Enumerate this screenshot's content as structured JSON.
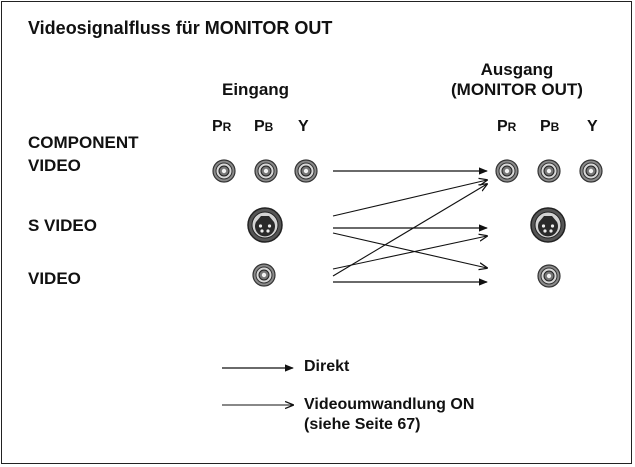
{
  "title": "Videosignalfluss für MONITOR OUT",
  "input_header": "Eingang",
  "output_header": [
    "Ausgang",
    "(MONITOR OUT)"
  ],
  "rows": {
    "component": [
      "COMPONENT",
      "VIDEO"
    ],
    "svideo": "S VIDEO",
    "video": "VIDEO"
  },
  "component_columns": {
    "pr": {
      "main": "P",
      "sub": "R"
    },
    "pb": {
      "main": "P",
      "sub": "B"
    },
    "y": "Y"
  },
  "legend": {
    "direct": "Direkt",
    "conversion": [
      "Videoumwandlung ON",
      "(siehe Seite 67)"
    ]
  },
  "colors": {
    "ink": "#111111",
    "connector_outer": "#8a8a8a",
    "connector_ring": "#555555"
  },
  "icons": [
    "rca-jack-icon",
    "svideo-jack-icon",
    "arrow-icon"
  ]
}
